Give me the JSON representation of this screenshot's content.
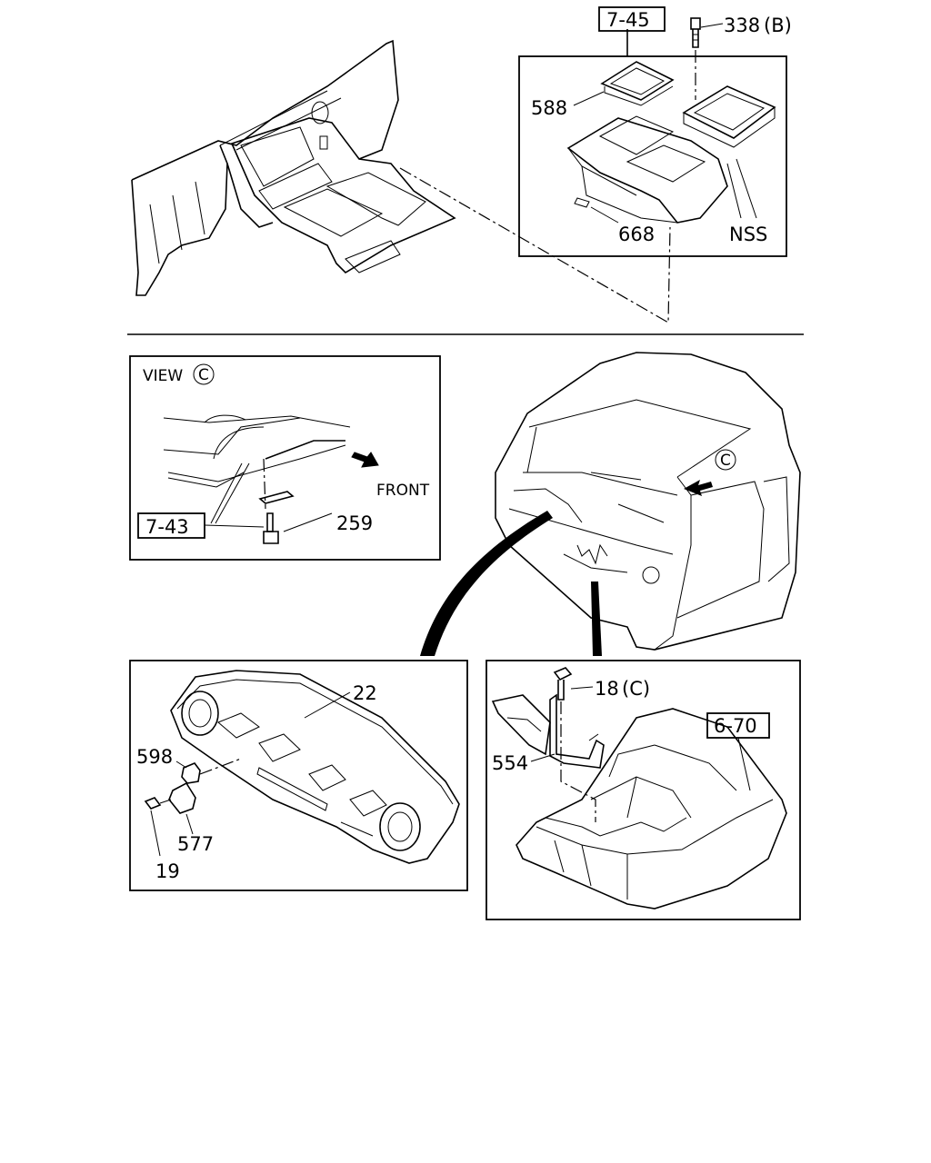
{
  "callouts": {
    "ref_7_45": "7-45",
    "p338": "338",
    "p338_suffix": "(B)",
    "p588": "588",
    "p668": "668",
    "nss": "NSS",
    "view_label": "VIEW",
    "view_letter": "C",
    "front": "FRONT",
    "ref_7_43": "7-43",
    "p259": "259",
    "cab_view_letter": "C",
    "p22": "22",
    "p598": "598",
    "p577": "577",
    "p19": "19",
    "p18": "18",
    "p18_suffix": "(C)",
    "p554": "554",
    "ref_6_70": "6-70"
  }
}
